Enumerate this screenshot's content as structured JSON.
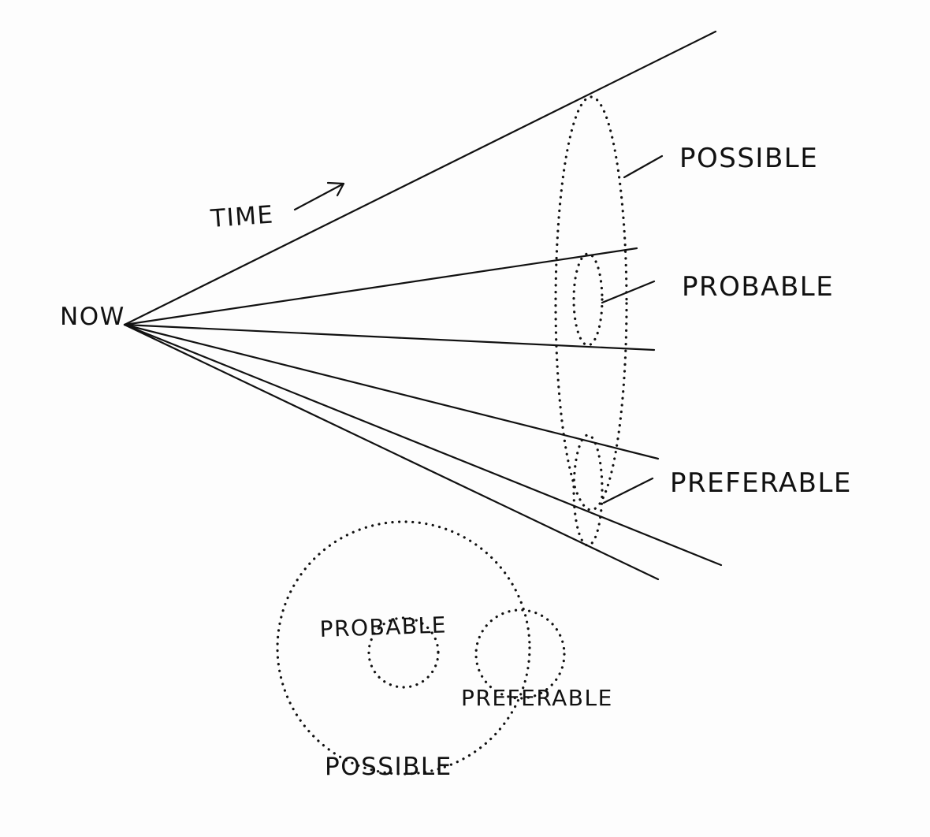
{
  "diagram": {
    "now_label": "NOW",
    "time_label": "TIME",
    "cone_labels": {
      "possible": "POSSIBLE",
      "probable": "PROBABLE",
      "preferable": "PREFERABLE"
    },
    "venn_labels": {
      "probable": "PROBABLE",
      "preferable": "PREFERABLE",
      "possible": "POSSIBLE"
    }
  }
}
